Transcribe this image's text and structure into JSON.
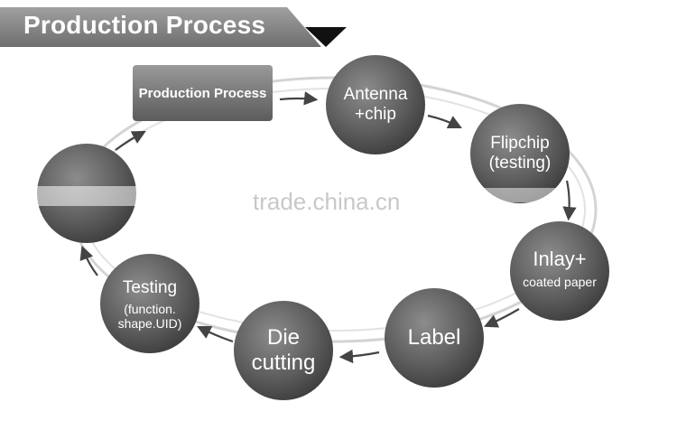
{
  "header": {
    "title": "Production Process"
  },
  "start_box": {
    "label": "Production Process"
  },
  "steps": [
    {
      "id": "antenna",
      "label": "Antenna\n+chip"
    },
    {
      "id": "flipchip",
      "label": "Flipchip\n(testing)"
    },
    {
      "id": "inlay",
      "label": "Inlay+",
      "sublabel": "coated paper"
    },
    {
      "id": "label",
      "label": "Label"
    },
    {
      "id": "diecut",
      "label": "Die\ncutting"
    },
    {
      "id": "testing",
      "label": "Testing",
      "sublabel": "(function.\nshape.UID)"
    }
  ],
  "watermark": "trade.china.cn",
  "colors": {
    "banner": "#8a8a8a",
    "circle": "#5a5a5a",
    "box": "#7a7a7a",
    "ring": "#d4d4d4",
    "arrow": "#444444"
  }
}
